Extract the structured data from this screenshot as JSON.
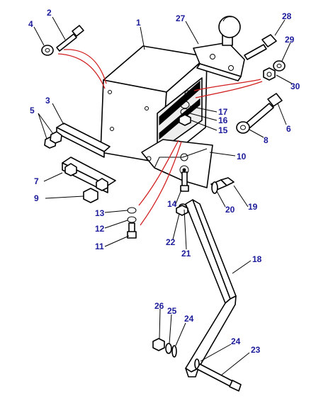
{
  "part_labels": [
    "1",
    "2",
    "3",
    "4",
    "5",
    "6",
    "7",
    "8",
    "9",
    "10",
    "11",
    "12",
    "13",
    "14",
    "15",
    "16",
    "17",
    "18",
    "19",
    "20",
    "21",
    "22",
    "23",
    "24",
    "24",
    "25",
    "26",
    "27",
    "28",
    "29",
    "30"
  ],
  "colors": {
    "label": "#1a1a9a",
    "callout": "#d21f1f",
    "outline": "#000000"
  }
}
